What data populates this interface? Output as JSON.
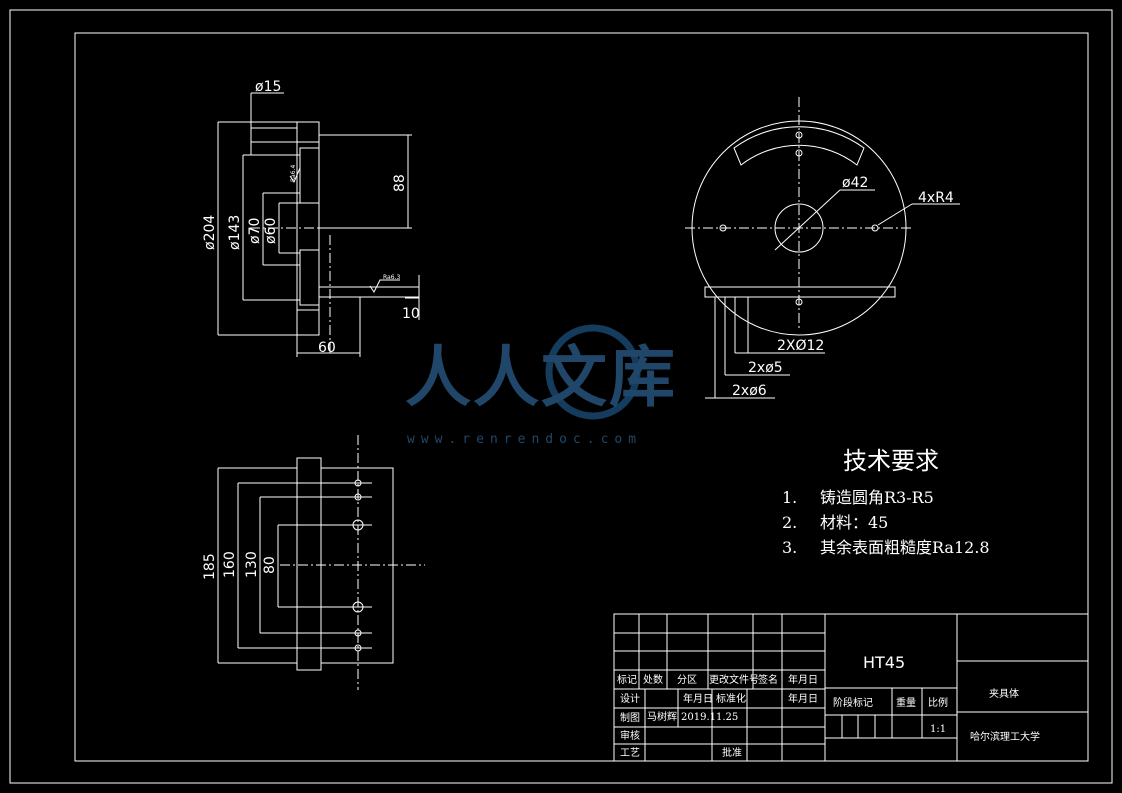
{
  "left_view": {
    "dims": {
      "d15": "ø15",
      "d204": "ø204",
      "d143": "ø143",
      "d70": "ø70",
      "d60": "ø60",
      "h88": "88",
      "t10": "10",
      "w60": "60"
    },
    "rough1": "Ra6.4",
    "rough2": "Ra6.3"
  },
  "right_view": {
    "dims": {
      "d42": "ø42",
      "r4": "4xR4",
      "h12": "2XØ12",
      "h5": "2xø5",
      "h6": "2xø6"
    }
  },
  "bottom_view": {
    "dims": {
      "l185": "185",
      "l160": "160",
      "l130": "130",
      "l80": "80"
    }
  },
  "watermark": {
    "text": "人人文库",
    "url": "www.renrendoc.com"
  },
  "requirements": {
    "title": "技术要求",
    "items": [
      {
        "num": "1.",
        "text": "铸造圆角R3-R5"
      },
      {
        "num": "2.",
        "text": "材料：45"
      },
      {
        "num": "3.",
        "text": "其余表面粗糙度Ra12.8"
      }
    ]
  },
  "title_block": {
    "material": "HT45",
    "part_name": "夹具体",
    "school": "哈尔滨理工大学",
    "scale_label": "比例",
    "scale_value": "1:1",
    "stage_label": "阶段标记",
    "weight_label": "重量",
    "row_headers": [
      "标记",
      "处数",
      "分区",
      "更改文件号",
      "签名",
      "年月日"
    ],
    "design": "设计",
    "std": "标准化",
    "ymd": "年月日",
    "ymd2": "年月日",
    "drafter": "制图",
    "drafter_name": "马树辉",
    "date": "2019.11.25",
    "check": "审核",
    "process": "工艺",
    "approve": "批准"
  }
}
